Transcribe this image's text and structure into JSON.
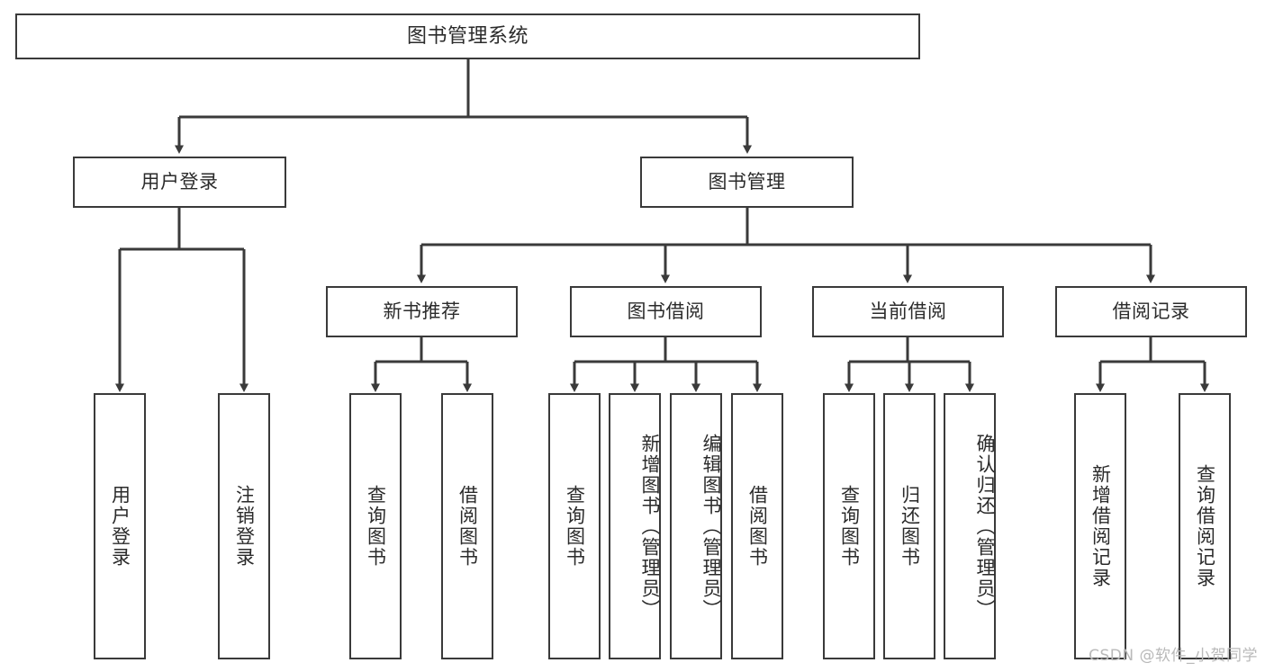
{
  "diagram": {
    "title": "图书管理系统",
    "type": "tree",
    "watermark": "CSDN @软件_小贺同学",
    "colors": {
      "border": "#3a3a3a",
      "background": "#ffffff",
      "text": "#2b2b2b",
      "edge": "#3a3a3a",
      "watermark": "#b9b9b9"
    },
    "nodes": {
      "root": {
        "label": "图书管理系统",
        "orientation": "horizontal"
      },
      "level1": [
        {
          "id": "user-login",
          "label": "用户登录",
          "orientation": "horizontal"
        },
        {
          "id": "book-manage",
          "label": "图书管理",
          "orientation": "horizontal"
        }
      ],
      "level2": [
        {
          "id": "new-book-recommend",
          "label": "新书推荐",
          "orientation": "horizontal"
        },
        {
          "id": "book-borrow",
          "label": "图书借阅",
          "orientation": "horizontal"
        },
        {
          "id": "current-borrow",
          "label": "当前借阅",
          "orientation": "horizontal"
        },
        {
          "id": "borrow-record",
          "label": "借阅记录",
          "orientation": "horizontal"
        }
      ],
      "leaves": [
        {
          "id": "leaf-user-login",
          "label": "用户登录",
          "parent": "user-login",
          "orientation": "vertical",
          "align": "center"
        },
        {
          "id": "leaf-user-logout",
          "label": "注销登录",
          "parent": "user-login",
          "orientation": "vertical",
          "align": "center"
        },
        {
          "id": "leaf-query-book-1",
          "label": "查询图书",
          "parent": "new-book-recommend",
          "orientation": "vertical",
          "align": "center"
        },
        {
          "id": "leaf-borrow-book-1",
          "label": "借阅图书",
          "parent": "new-book-recommend",
          "orientation": "vertical",
          "align": "center"
        },
        {
          "id": "leaf-query-book-2",
          "label": "查询图书",
          "parent": "book-borrow",
          "orientation": "vertical",
          "align": "center"
        },
        {
          "id": "leaf-add-book",
          "label": "新增图书（管理员）",
          "parent": "book-borrow",
          "orientation": "vertical",
          "align": "top"
        },
        {
          "id": "leaf-edit-book",
          "label": "编辑图书（管理员）",
          "parent": "book-borrow",
          "orientation": "vertical",
          "align": "top"
        },
        {
          "id": "leaf-borrow-book-2",
          "label": "借阅图书",
          "parent": "book-borrow",
          "orientation": "vertical",
          "align": "center"
        },
        {
          "id": "leaf-query-book-3",
          "label": "查询图书",
          "parent": "current-borrow",
          "orientation": "vertical",
          "align": "center"
        },
        {
          "id": "leaf-return-book",
          "label": "归还图书",
          "parent": "current-borrow",
          "orientation": "vertical",
          "align": "center"
        },
        {
          "id": "leaf-confirm-return",
          "label": "确认归还（管理员）",
          "parent": "current-borrow",
          "orientation": "vertical",
          "align": "top"
        },
        {
          "id": "leaf-add-record",
          "label": "新增借阅记录",
          "parent": "borrow-record",
          "orientation": "vertical",
          "align": "center"
        },
        {
          "id": "leaf-query-record",
          "label": "查询借阅记录",
          "parent": "borrow-record",
          "orientation": "vertical",
          "align": "center"
        }
      ]
    }
  }
}
